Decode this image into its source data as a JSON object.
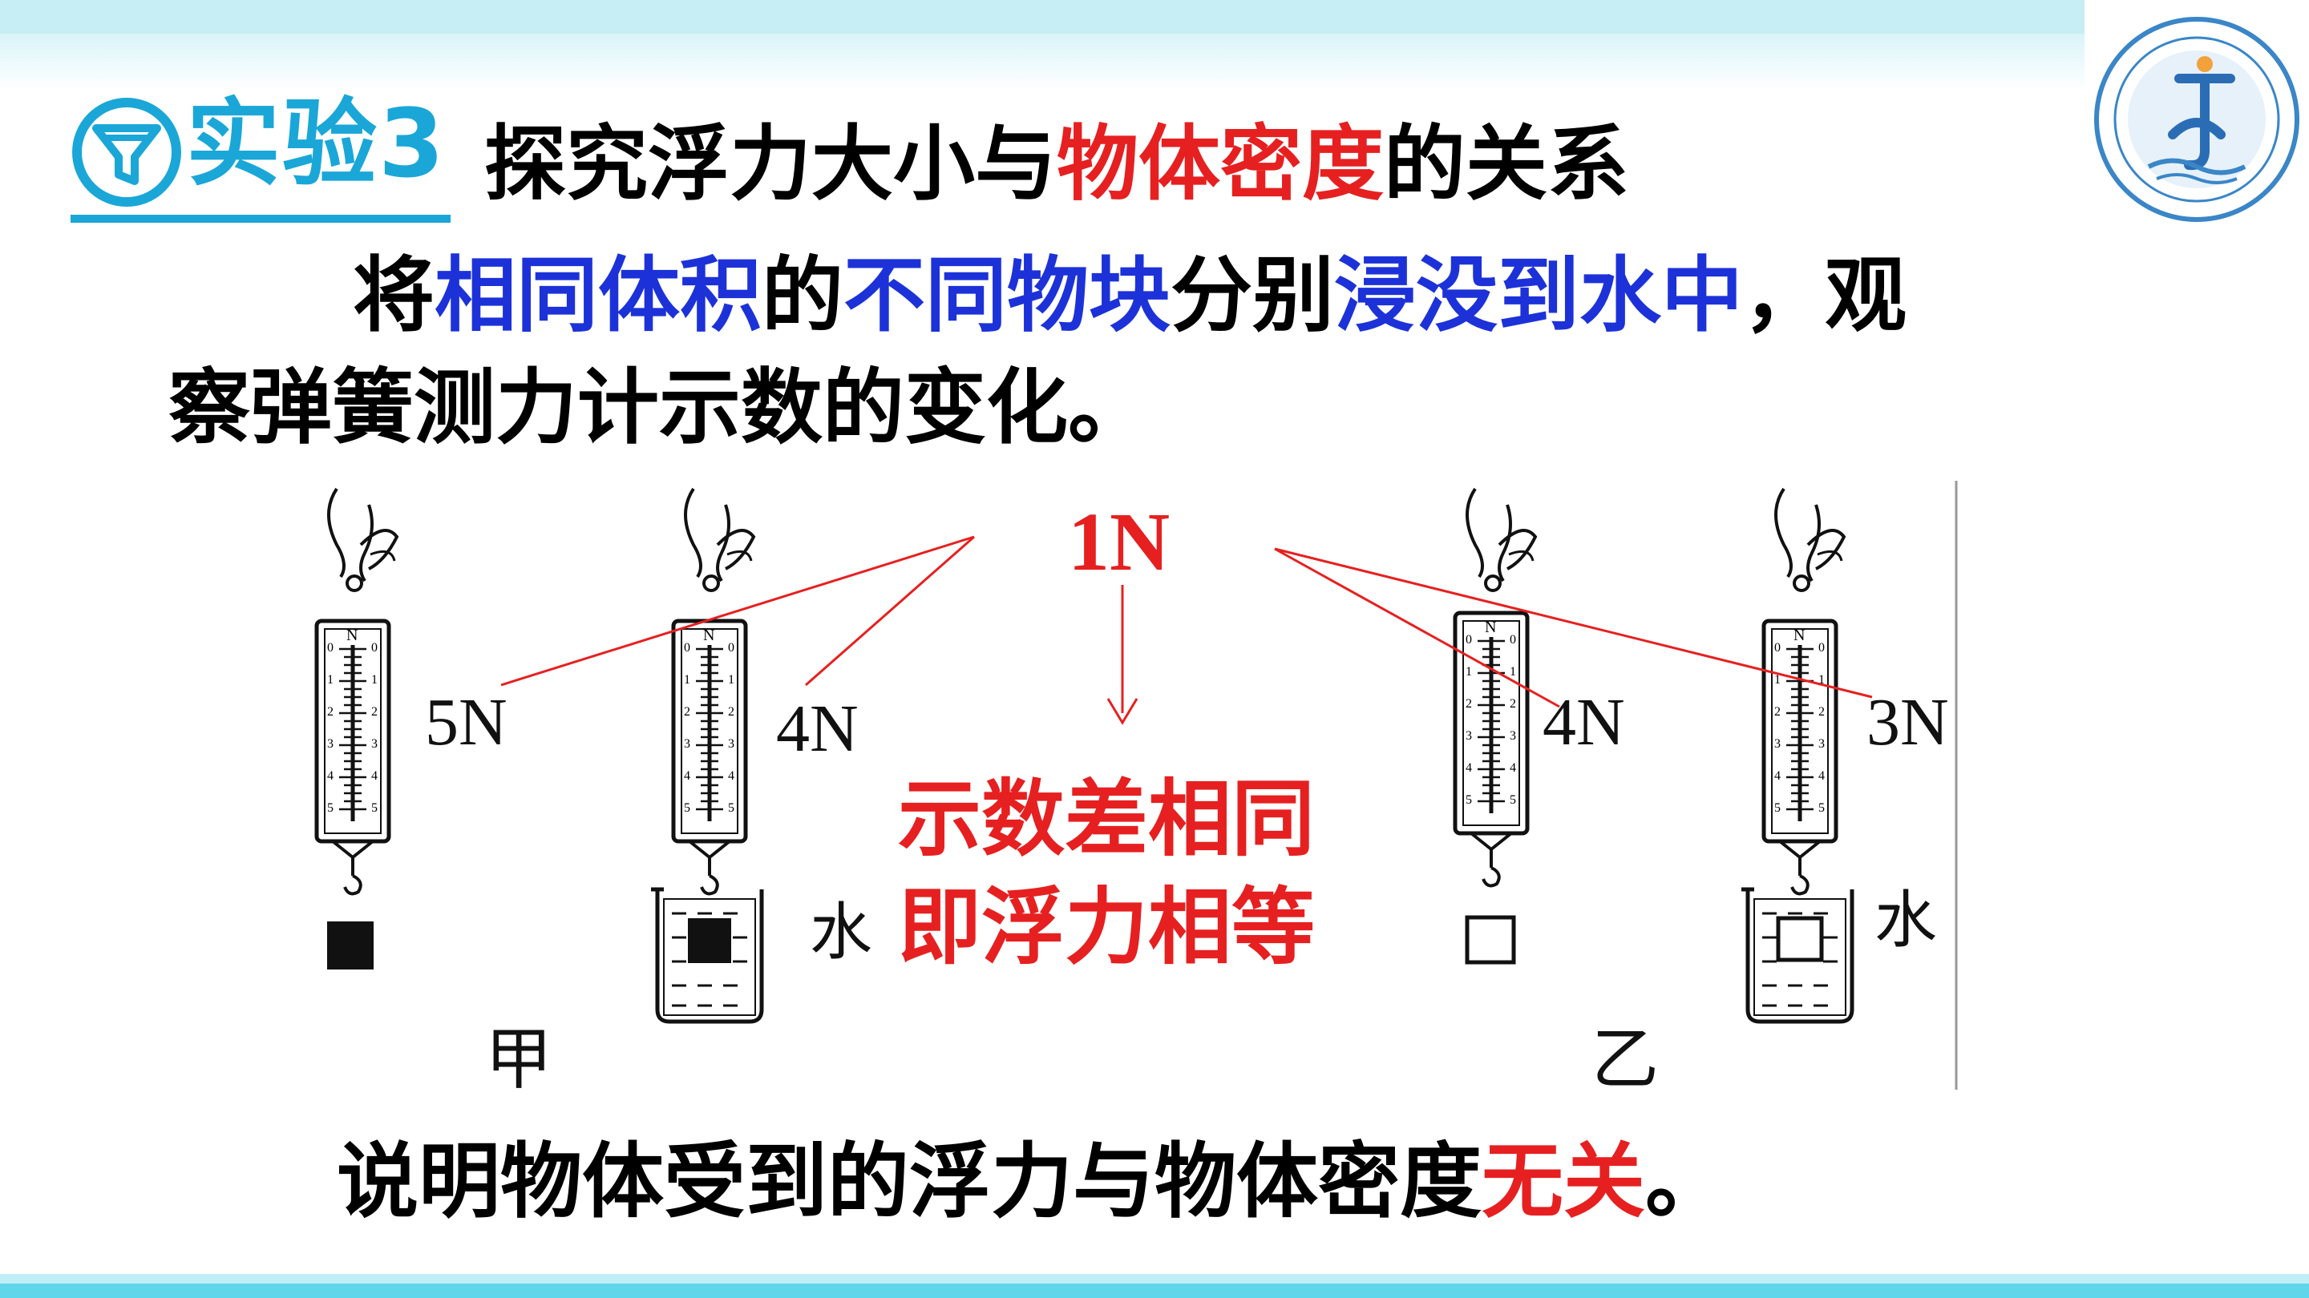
{
  "header": {
    "badge_label": "实验3",
    "title_prefix": "探究浮力大小与",
    "title_highlight": "物体密度",
    "title_suffix": "的关系"
  },
  "paragraph": {
    "p1": "将",
    "p2": "相同体积",
    "p3": "的",
    "p4": "不同物块",
    "p5": "分别",
    "p6": "浸没到水中",
    "p7": "，观",
    "line2": "察弹簧测力计示数的变化。"
  },
  "diagram": {
    "difference_label": "1N",
    "measurements": {
      "a1": "5N",
      "a2": "4N",
      "b1": "4N",
      "b2": "3N"
    },
    "water_label_1": "水",
    "water_label_2": "水",
    "group_a": "甲",
    "group_b": "乙",
    "conclusion_line1": "示数差相同",
    "conclusion_line2": "即浮力相等",
    "scale_unit": "N",
    "scale_ticks": [
      "0",
      "1",
      "2",
      "3",
      "4",
      "5"
    ]
  },
  "footer": {
    "text_prefix": "说明物体受到的浮力与物体密度",
    "text_highlight": "无关",
    "text_suffix": "。"
  },
  "colors": {
    "accent_blue": "#1aa7d8",
    "emphasis_red": "#e62020",
    "keyword_blue": "#1c32d8"
  },
  "icons": {
    "badge": "funnel-icon",
    "logo": "school-logo"
  }
}
